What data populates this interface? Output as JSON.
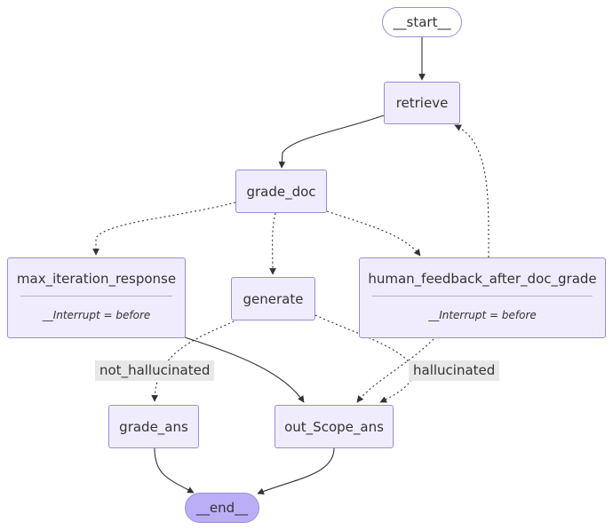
{
  "nodes": {
    "start": "__start__",
    "retrieve": "retrieve",
    "grade_doc": "grade_doc",
    "max_iteration_response": "max_iteration_response",
    "max_iteration_response_note": "__Interrupt = before",
    "generate": "generate",
    "human_feedback_after_doc_grade": "human_feedback_after_doc_grade",
    "human_feedback_after_doc_grade_note": "__Interrupt = before",
    "grade_ans": "grade_ans",
    "out_Scope_ans": "out_Scope_ans",
    "end": "__end__"
  },
  "edge_labels": {
    "not_hallucinated": "not_hallucinated",
    "hallucinated": "hallucinated"
  },
  "edges": [
    {
      "from": "__start__",
      "to": "retrieve",
      "style": "solid"
    },
    {
      "from": "retrieve",
      "to": "grade_doc",
      "style": "solid"
    },
    {
      "from": "grade_doc",
      "to": "max_iteration_response",
      "style": "dotted"
    },
    {
      "from": "grade_doc",
      "to": "generate",
      "style": "dotted"
    },
    {
      "from": "grade_doc",
      "to": "human_feedback_after_doc_grade",
      "style": "dotted"
    },
    {
      "from": "human_feedback_after_doc_grade",
      "to": "retrieve",
      "style": "dotted"
    },
    {
      "from": "generate",
      "to": "grade_ans",
      "style": "dotted",
      "label": "not_hallucinated"
    },
    {
      "from": "generate",
      "to": "out_Scope_ans",
      "style": "dotted",
      "label": "hallucinated"
    },
    {
      "from": "human_feedback_after_doc_grade",
      "to": "out_Scope_ans",
      "style": "dotted"
    },
    {
      "from": "max_iteration_response",
      "to": "out_Scope_ans",
      "style": "solid"
    },
    {
      "from": "grade_ans",
      "to": "__end__",
      "style": "solid"
    },
    {
      "from": "out_Scope_ans",
      "to": "__end__",
      "style": "solid"
    }
  ]
}
